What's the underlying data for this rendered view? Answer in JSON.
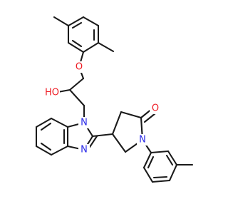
{
  "colors": {
    "bond": "#1a1a1a",
    "oxygen": "#ee1c24",
    "nitrogen": "#2a2ae8",
    "background": "#ffffff"
  },
  "atom_labels": {
    "ether_oxygen": "O",
    "hydroxyl": "HO",
    "benzimidazole_n1": "N",
    "benzimidazole_n3": "N",
    "carbonyl_oxygen": "O",
    "pyrrolidinone_n": "N"
  }
}
